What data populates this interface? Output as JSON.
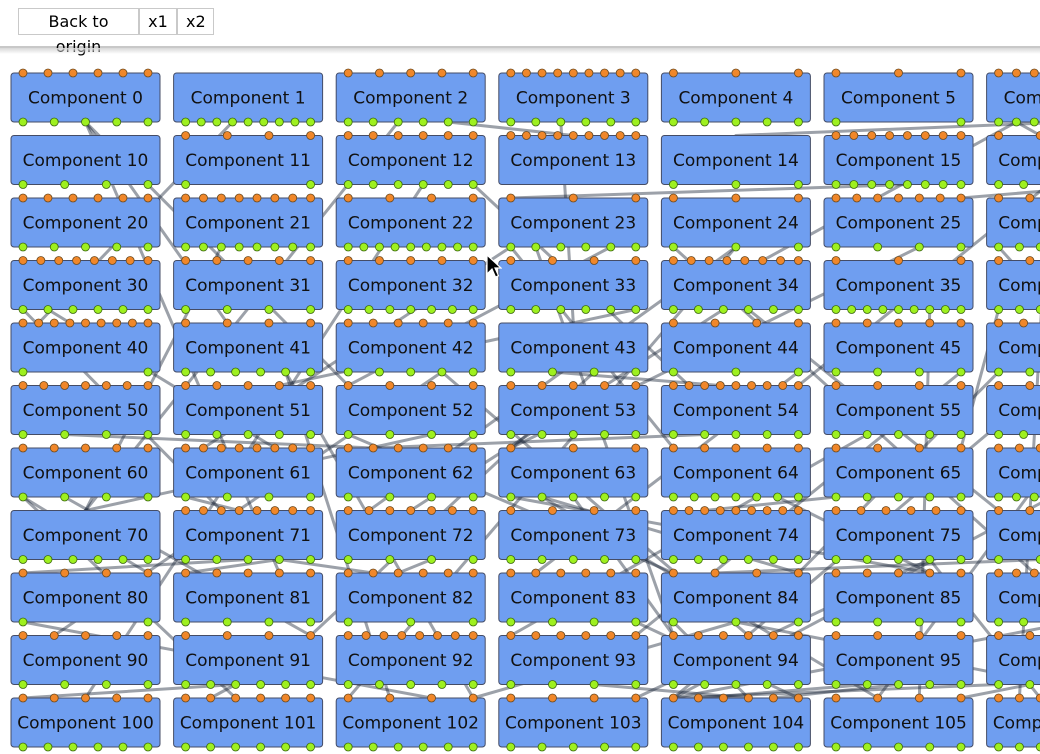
{
  "toolbar": {
    "back_label": "Back to origin",
    "zoom_x1_label": "x1",
    "zoom_x2_label": "x2"
  },
  "components": {
    "label_prefix": "Component ",
    "columns_visible": 7,
    "rows_visible": 11,
    "ids_per_row": 10
  },
  "colors": {
    "component_fill": "#6f9ef0",
    "component_border": "#444c66",
    "input_port": "#f0872a",
    "output_port": "#9ef01f",
    "wire": "rgba(20,30,50,0.42)"
  },
  "port_counts": {
    "inputs": [
      6,
      0,
      5,
      9,
      3,
      3,
      8,
      0,
      4,
      6,
      9,
      0,
      8,
      4,
      6,
      8,
      4,
      3,
      3,
      7,
      5,
      8,
      5,
      5,
      4,
      8,
      3,
      5,
      9,
      4,
      6,
      0,
      4,
      5,
      6,
      7,
      5,
      4,
      5,
      9,
      4,
      5,
      5,
      8,
      6,
      3,
      5,
      4,
      7,
      0,
      8,
      7,
      4,
      9,
      6,
      5,
      4,
      5,
      6,
      6,
      4,
      5,
      8,
      5,
      4,
      8,
      6,
      6,
      4,
      5,
      5,
      6,
      4,
      4,
      6,
      4,
      7,
      7,
      5,
      6,
      6,
      7,
      5,
      6,
      5,
      8,
      6,
      4,
      8,
      6,
      4
    ],
    "outputs": [
      5,
      9,
      6,
      6,
      5,
      2,
      8,
      4,
      2,
      6,
      0,
      3,
      8,
      6,
      5,
      8,
      9,
      6,
      3,
      4,
      7,
      6,
      4,
      7,
      6,
      6,
      9,
      7,
      2,
      6,
      5,
      4,
      3,
      4,
      5,
      4,
      5,
      4,
      5,
      5,
      5,
      6,
      4,
      4,
      4,
      5,
      7,
      5,
      8,
      6,
      5,
      4,
      5,
      6,
      5,
      4,
      2,
      4,
      3,
      4,
      3,
      4,
      6,
      4,
      6,
      5,
      4,
      5,
      5,
      5,
      6,
      6,
      6,
      5,
      6,
      5,
      7,
      8,
      5,
      7,
      6,
      8,
      6,
      5,
      5,
      6,
      5,
      6,
      7,
      5,
      6
    ]
  }
}
